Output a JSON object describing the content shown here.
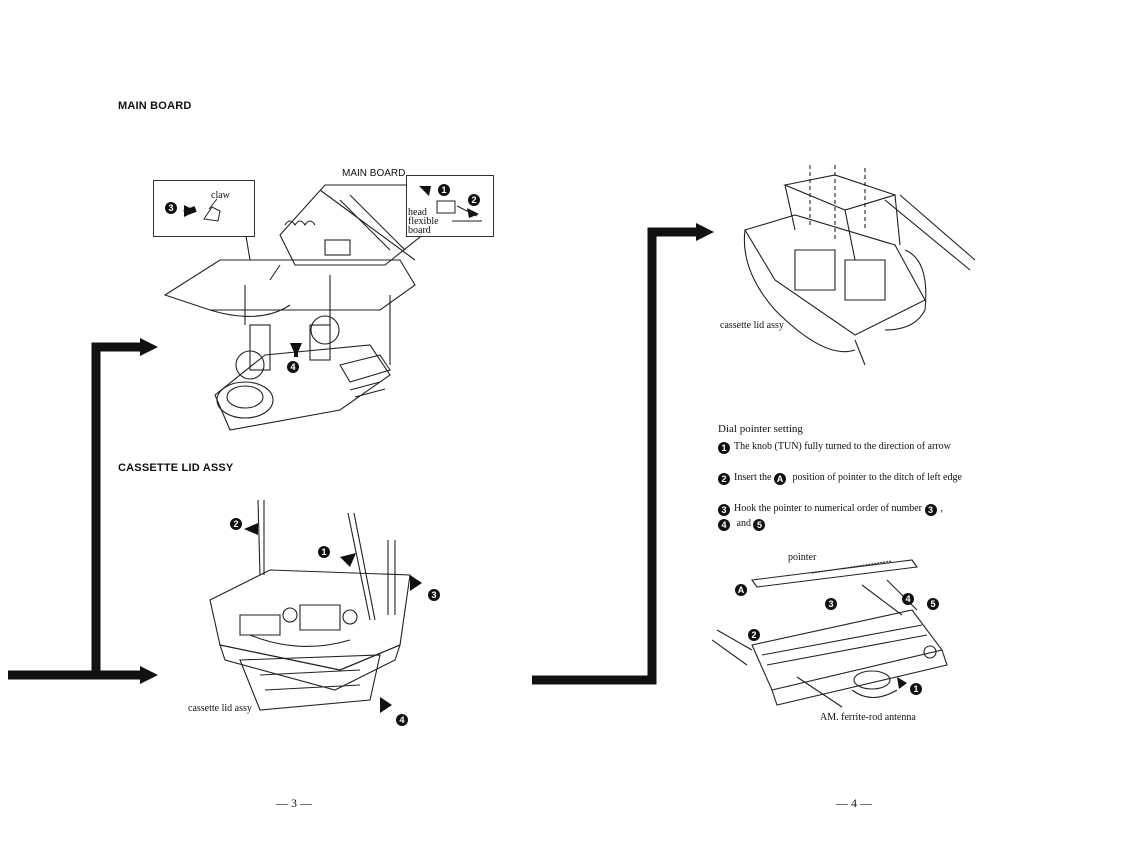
{
  "left_page": {
    "section1_title": "MAIN BOARD",
    "fig1": {
      "main_board_label": "MAIN BOARD",
      "claw_label": "claw",
      "head_flex_label_1": "head",
      "head_flex_label_2": "flexible",
      "head_flex_label_3": "board",
      "callouts": [
        "1",
        "2",
        "3",
        "4"
      ]
    },
    "section2_title": "CASSETTE LID ASSY",
    "fig2": {
      "cassette_lid_label": "cassette  lid  assy",
      "callouts": [
        "1",
        "2",
        "3",
        "4"
      ]
    },
    "page_number": "— 3 —"
  },
  "right_page": {
    "fig3": {
      "cassette_lid_label": "cassette  lid  assy"
    },
    "dial_section_title": "Dial pointer setting",
    "steps": [
      {
        "num": "1",
        "text": "The  knob  (TUN)  fully  turned  to  the  direction  of  arrow"
      },
      {
        "num": "2",
        "text_a": "Insert  the",
        "ref": "A",
        "text_b": "position  of  pointer  to  the  ditch  of  left  edge"
      },
      {
        "num": "3",
        "text_a": "Hook  the  pointer  to  numerical  order  of  number",
        "ref1": "3",
        "sep1": ",",
        "ref2": "4",
        "sep2": "and",
        "ref3": "5"
      }
    ],
    "fig4": {
      "pointer_label": "pointer",
      "antenna_label": "AM.  ferrite-rod  antenna",
      "callouts": [
        "A",
        "3",
        "4",
        "5",
        "2",
        "1"
      ]
    },
    "page_number": "— 4 —"
  },
  "colors": {
    "ink": "#111111",
    "paper": "#ffffff"
  }
}
